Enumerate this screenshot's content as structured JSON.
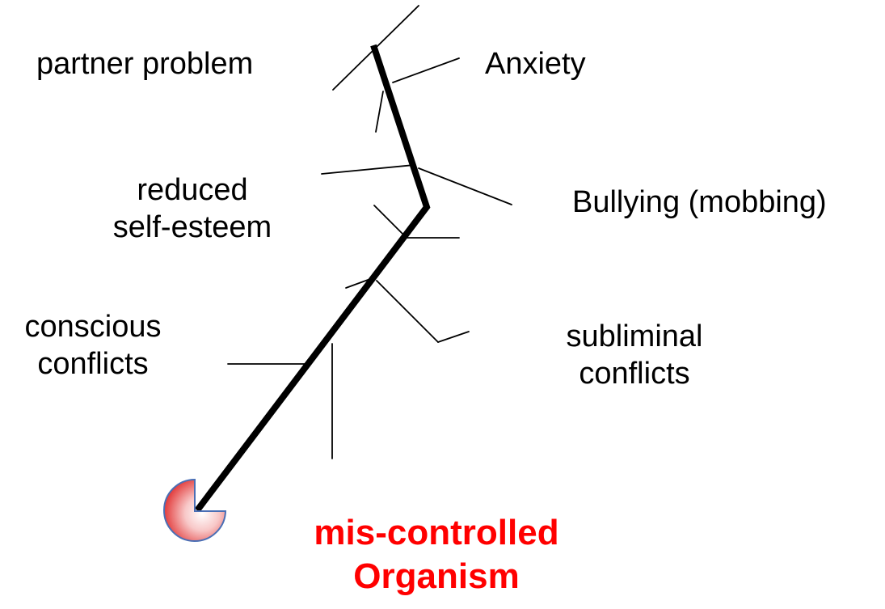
{
  "labels": {
    "partner_problem": "partner problem",
    "anxiety": "Anxiety",
    "reduced_self_esteem_line1": "reduced",
    "reduced_self_esteem_line2": "self-esteem",
    "bullying": "Bullying (mobbing)",
    "conscious_conflicts_line1": "conscious",
    "conscious_conflicts_line2": "conflicts",
    "subliminal_conflicts_line1": "subliminal",
    "subliminal_conflicts_line2": "conflicts"
  },
  "organism": {
    "line1": "mis-controlled",
    "line2": "Organism",
    "color": "#ff0000"
  },
  "colors": {
    "trunk": "#000000",
    "branch": "#000000",
    "pacman_fill": "#e8333a",
    "pacman_stroke": "#4a6fb5"
  }
}
